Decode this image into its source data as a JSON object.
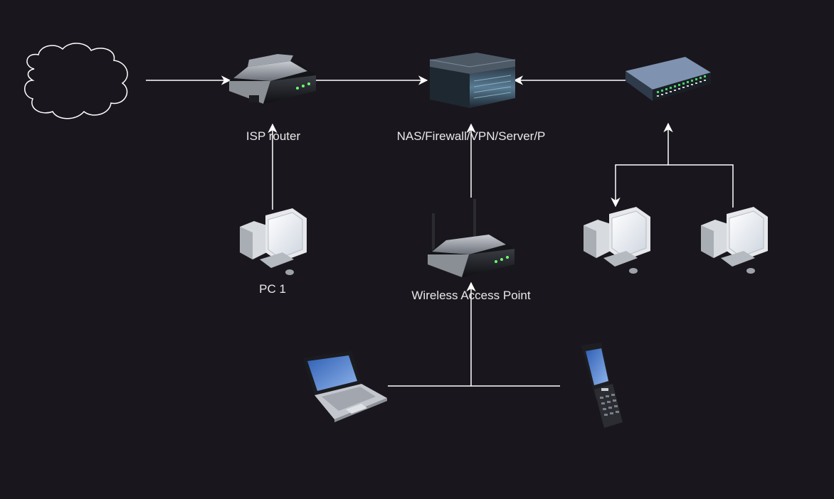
{
  "diagram": {
    "background": "#1a161e",
    "line_color": "#ffffff",
    "text_color": "#e8e8e8",
    "nodes": [
      {
        "id": "internet-cloud",
        "icon": "cloud-icon",
        "label": ""
      },
      {
        "id": "isp-router",
        "icon": "router-icon",
        "label": "ISP router"
      },
      {
        "id": "server",
        "icon": "server-icon",
        "label": "NAS/Firewall/VPN/Server/P"
      },
      {
        "id": "network-switch",
        "icon": "switch-icon",
        "label": ""
      },
      {
        "id": "pc-1",
        "icon": "desktop-pc-icon",
        "label": "PC 1"
      },
      {
        "id": "wireless-ap",
        "icon": "wireless-router-icon",
        "label": "Wireless Access Point"
      },
      {
        "id": "pc-2",
        "icon": "desktop-pc-icon",
        "label": ""
      },
      {
        "id": "pc-3",
        "icon": "desktop-pc-icon",
        "label": ""
      },
      {
        "id": "laptop",
        "icon": "laptop-icon",
        "label": ""
      },
      {
        "id": "mobile-phone",
        "icon": "mobile-phone-icon",
        "label": ""
      }
    ],
    "connections": [
      {
        "from": "internet-cloud",
        "to": "isp-router"
      },
      {
        "from": "isp-router",
        "to": "server"
      },
      {
        "from": "network-switch",
        "to": "server"
      },
      {
        "from": "pc-1",
        "to": "isp-router"
      },
      {
        "from": "wireless-ap",
        "to": "server"
      },
      {
        "from": "pc-3",
        "to": "network-switch"
      },
      {
        "from": "network-switch",
        "to": "pc-2"
      },
      {
        "from": "laptop",
        "to": "wireless-ap"
      },
      {
        "from": "mobile-phone",
        "to": "wireless-ap"
      }
    ]
  }
}
